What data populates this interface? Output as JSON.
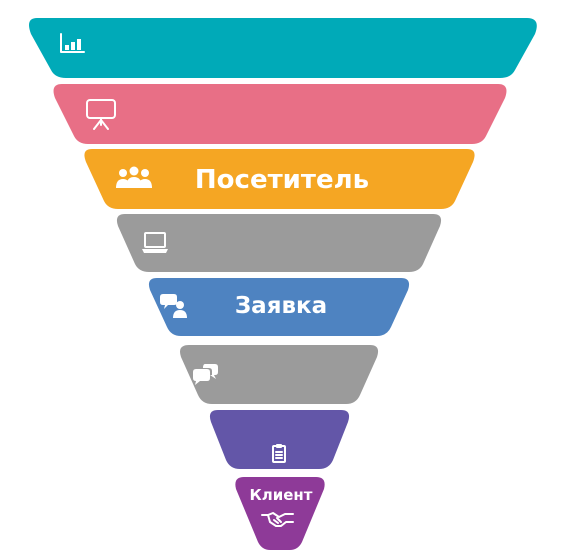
{
  "funnel": {
    "stages": [
      {
        "color": "#00AAB8",
        "icon": "bar-chart-icon",
        "label": ""
      },
      {
        "color": "#E86F86",
        "icon": "presentation-board-icon",
        "label": ""
      },
      {
        "color": "#F5A623",
        "icon": "group-users-icon",
        "label": "Посетитель"
      },
      {
        "color": "#9B9B9B",
        "icon": "laptop-icon",
        "label": ""
      },
      {
        "color": "#4E83C1",
        "icon": "chat-user-icon",
        "label": "Заявка"
      },
      {
        "color": "#9B9B9B",
        "icon": "speech-bubbles-icon",
        "label": ""
      },
      {
        "color": "#6356A8",
        "icon": "clipboard-icon",
        "label": ""
      },
      {
        "color": "#8E3A98",
        "icon": "handshake-icon",
        "label": "Клиент"
      }
    ]
  }
}
